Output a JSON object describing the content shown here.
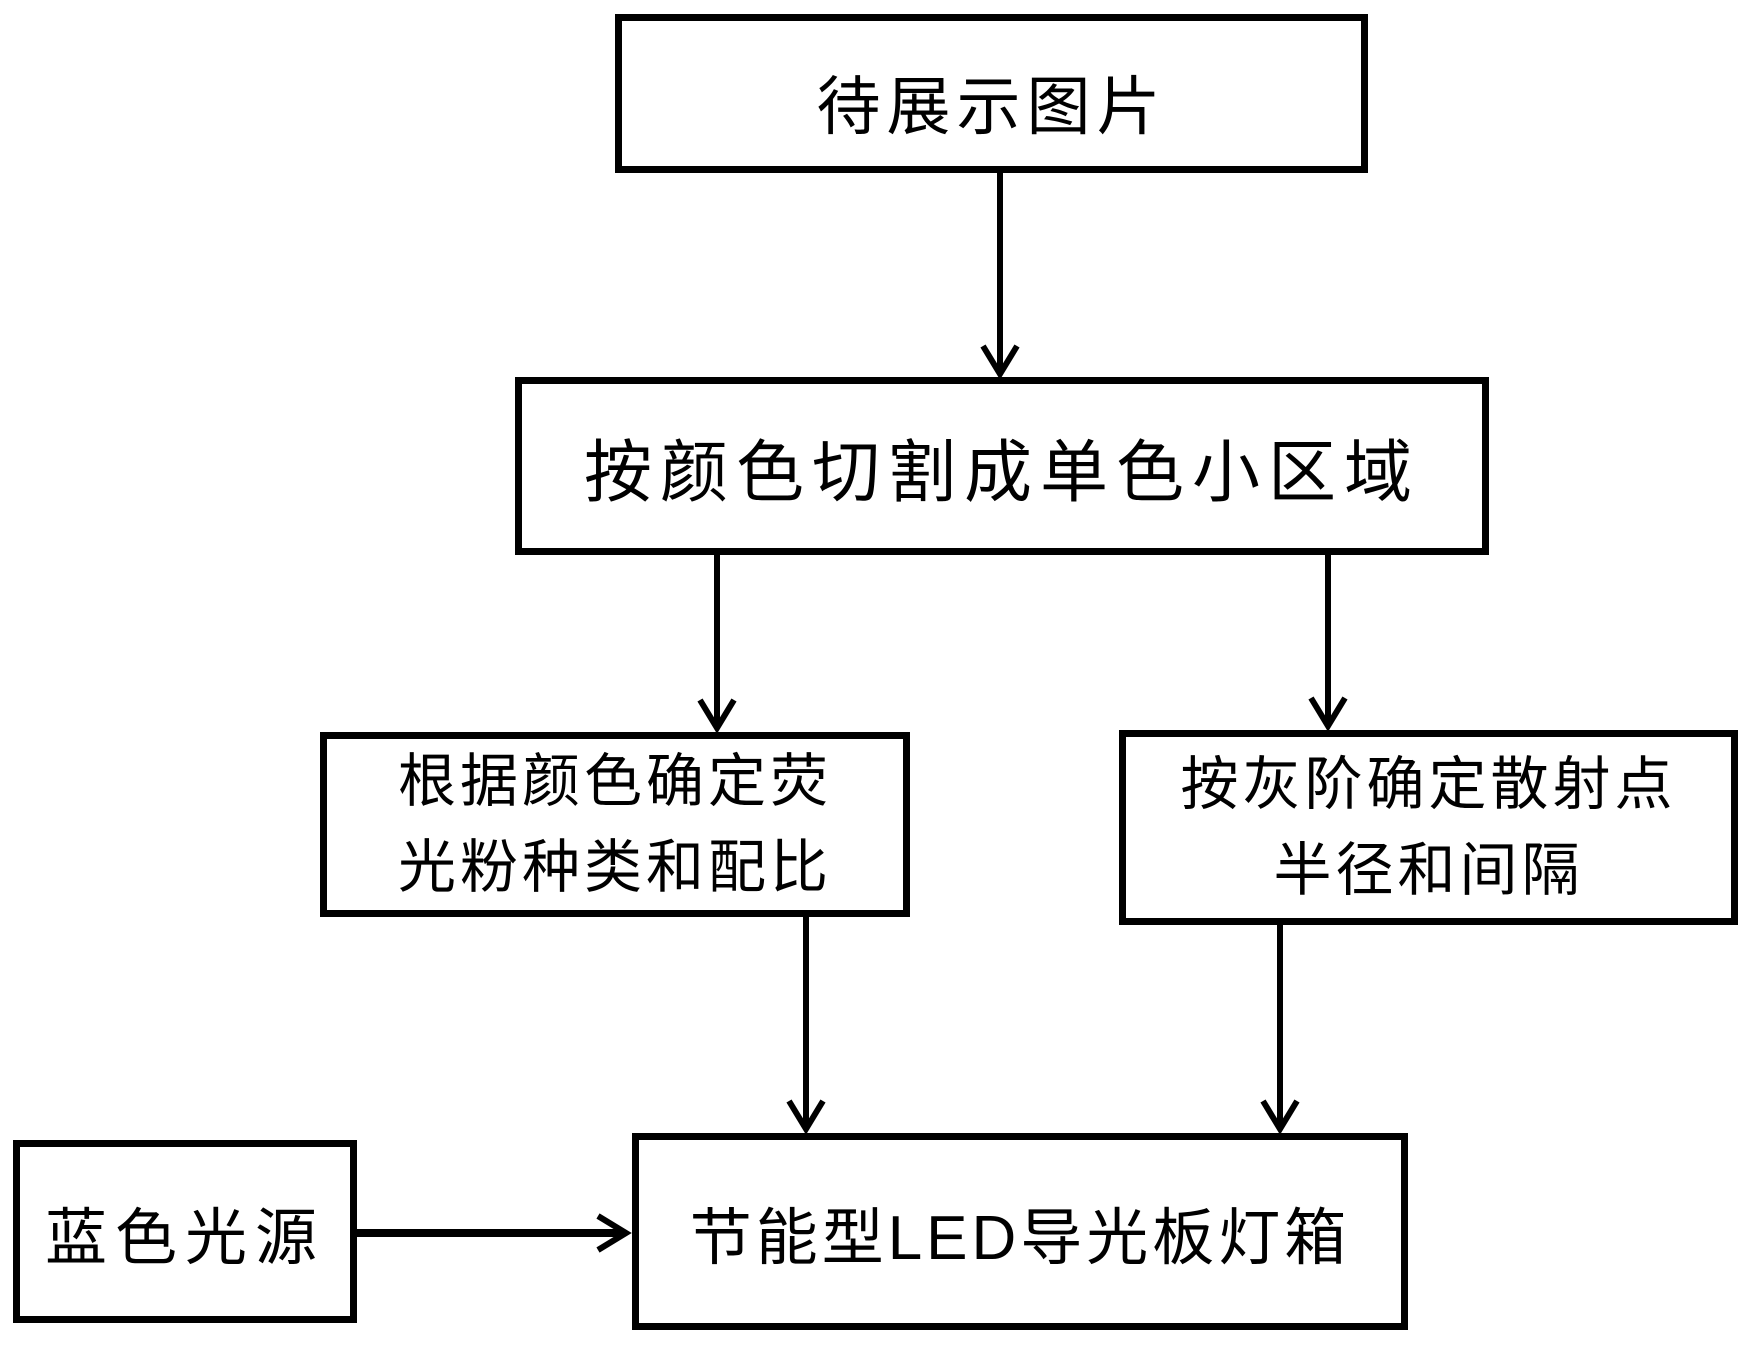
{
  "diagram": {
    "background_color": "#ffffff",
    "line_color": "#000000",
    "nodes": {
      "source_image": {
        "label": "待展示图片"
      },
      "color_split": {
        "label": "按颜色切割成单色小区域"
      },
      "phosphor": {
        "line1": "根据颜色确定荧",
        "line2": "光粉种类和配比"
      },
      "scatter": {
        "line1": "按灰阶确定散射点",
        "line2": "半径和间隔"
      },
      "lightbox": {
        "label": "节能型LED导光板灯箱"
      },
      "blue_light": {
        "label": "蓝色光源"
      }
    },
    "edges": [
      {
        "from": "待展示图片",
        "to": "按颜色切割成单色小区域",
        "direction": "down"
      },
      {
        "from": "按颜色切割成单色小区域",
        "to": "根据颜色确定荧光粉种类和配比",
        "direction": "down"
      },
      {
        "from": "按颜色切割成单色小区域",
        "to": "按灰阶确定散射点半径和间隔",
        "direction": "down"
      },
      {
        "from": "根据颜色确定荧光粉种类和配比",
        "to": "节能型LED导光板灯箱",
        "direction": "down"
      },
      {
        "from": "按灰阶确定散射点半径和间隔",
        "to": "节能型LED导光板灯箱",
        "direction": "down"
      },
      {
        "from": "蓝色光源",
        "to": "节能型LED导光板灯箱",
        "direction": "right"
      }
    ]
  }
}
